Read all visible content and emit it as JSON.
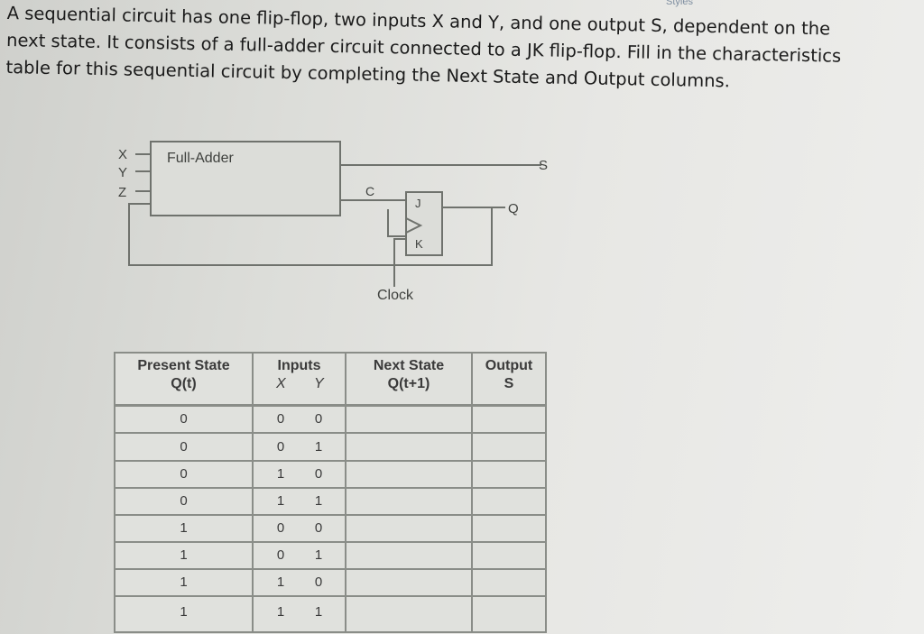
{
  "corner_label": "Styles",
  "question": {
    "lines": [
      "A sequential circuit has one flip-flop, two inputs X and Y, and one output S, dependent on the",
      "next state. It consists of a full-adder circuit connected to a JK flip-flop. Fill in the characteristics",
      "table for this sequential circuit by completing the Next State and Output columns."
    ]
  },
  "circuit": {
    "input_labels": [
      "X",
      "Y",
      "Z"
    ],
    "block_label": "Full-Adder",
    "carry_label": "C",
    "sum_label": "S",
    "j_label": "J",
    "k_label": "K",
    "q_label": "Q",
    "clock_label": "Clock"
  },
  "table": {
    "headers": {
      "present_state": "Present State",
      "present_state_sub": "Q(t)",
      "inputs": "Inputs",
      "input_x": "X",
      "input_y": "Y",
      "next_state": "Next State",
      "next_state_sub": "Q(t+1)",
      "output": "Output",
      "output_sub": "S"
    },
    "rows": [
      {
        "q": "0",
        "x": "0",
        "y": "0",
        "next": "",
        "s": ""
      },
      {
        "q": "0",
        "x": "0",
        "y": "1",
        "next": "",
        "s": ""
      },
      {
        "q": "0",
        "x": "1",
        "y": "0",
        "next": "",
        "s": ""
      },
      {
        "q": "0",
        "x": "1",
        "y": "1",
        "next": "",
        "s": ""
      },
      {
        "q": "1",
        "x": "0",
        "y": "0",
        "next": "",
        "s": ""
      },
      {
        "q": "1",
        "x": "0",
        "y": "1",
        "next": "",
        "s": ""
      },
      {
        "q": "1",
        "x": "1",
        "y": "0",
        "next": "",
        "s": ""
      },
      {
        "q": "1",
        "x": "1",
        "y": "1",
        "next": "",
        "s": ""
      }
    ]
  }
}
